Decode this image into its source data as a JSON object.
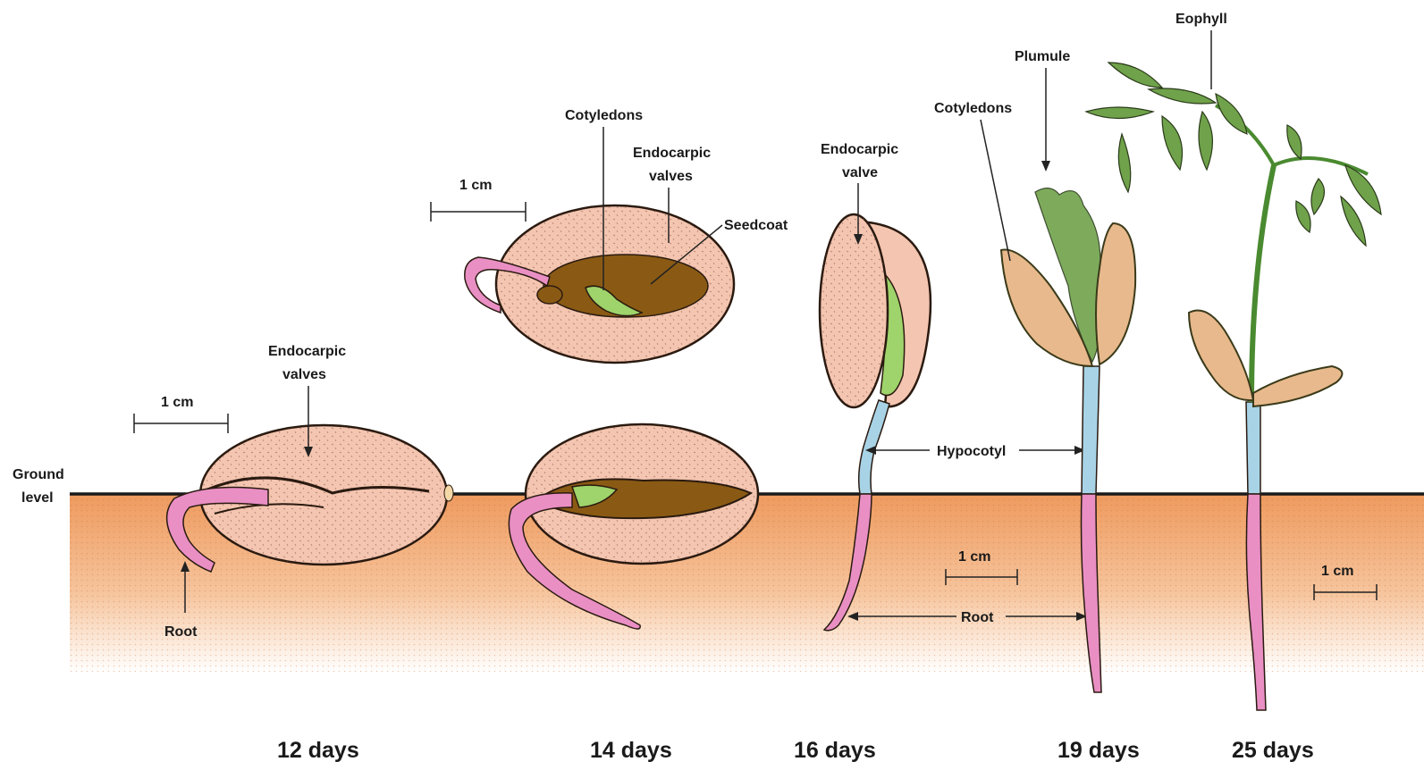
{
  "labels": {
    "ground_level_1": "Ground",
    "ground_level_2": "level",
    "scale": "1 cm",
    "endocarpic_valves_1": "Endocarpic",
    "endocarpic_valves_2": "valves",
    "endocarpic_valve_2": "valve",
    "root": "Root",
    "cotyledons": "Cotyledons",
    "seedcoat": "Seedcoat",
    "hypocotyl": "Hypocotyl",
    "plumule": "Plumule",
    "eophyll": "Eophyll"
  },
  "stages": [
    {
      "day_label": "12 days"
    },
    {
      "day_label": "14 days"
    },
    {
      "day_label": "16 days"
    },
    {
      "day_label": "19 days"
    },
    {
      "day_label": "25 days"
    }
  ],
  "colors": {
    "soil_top": "#f0a46a",
    "soil_bottom": "#ffffff",
    "seed": "#f4c5b0",
    "root": "#e98fc4",
    "hypocotyl": "#a8d3e6",
    "embryo": "#8a5a14",
    "leaf": "#6fa24a"
  }
}
